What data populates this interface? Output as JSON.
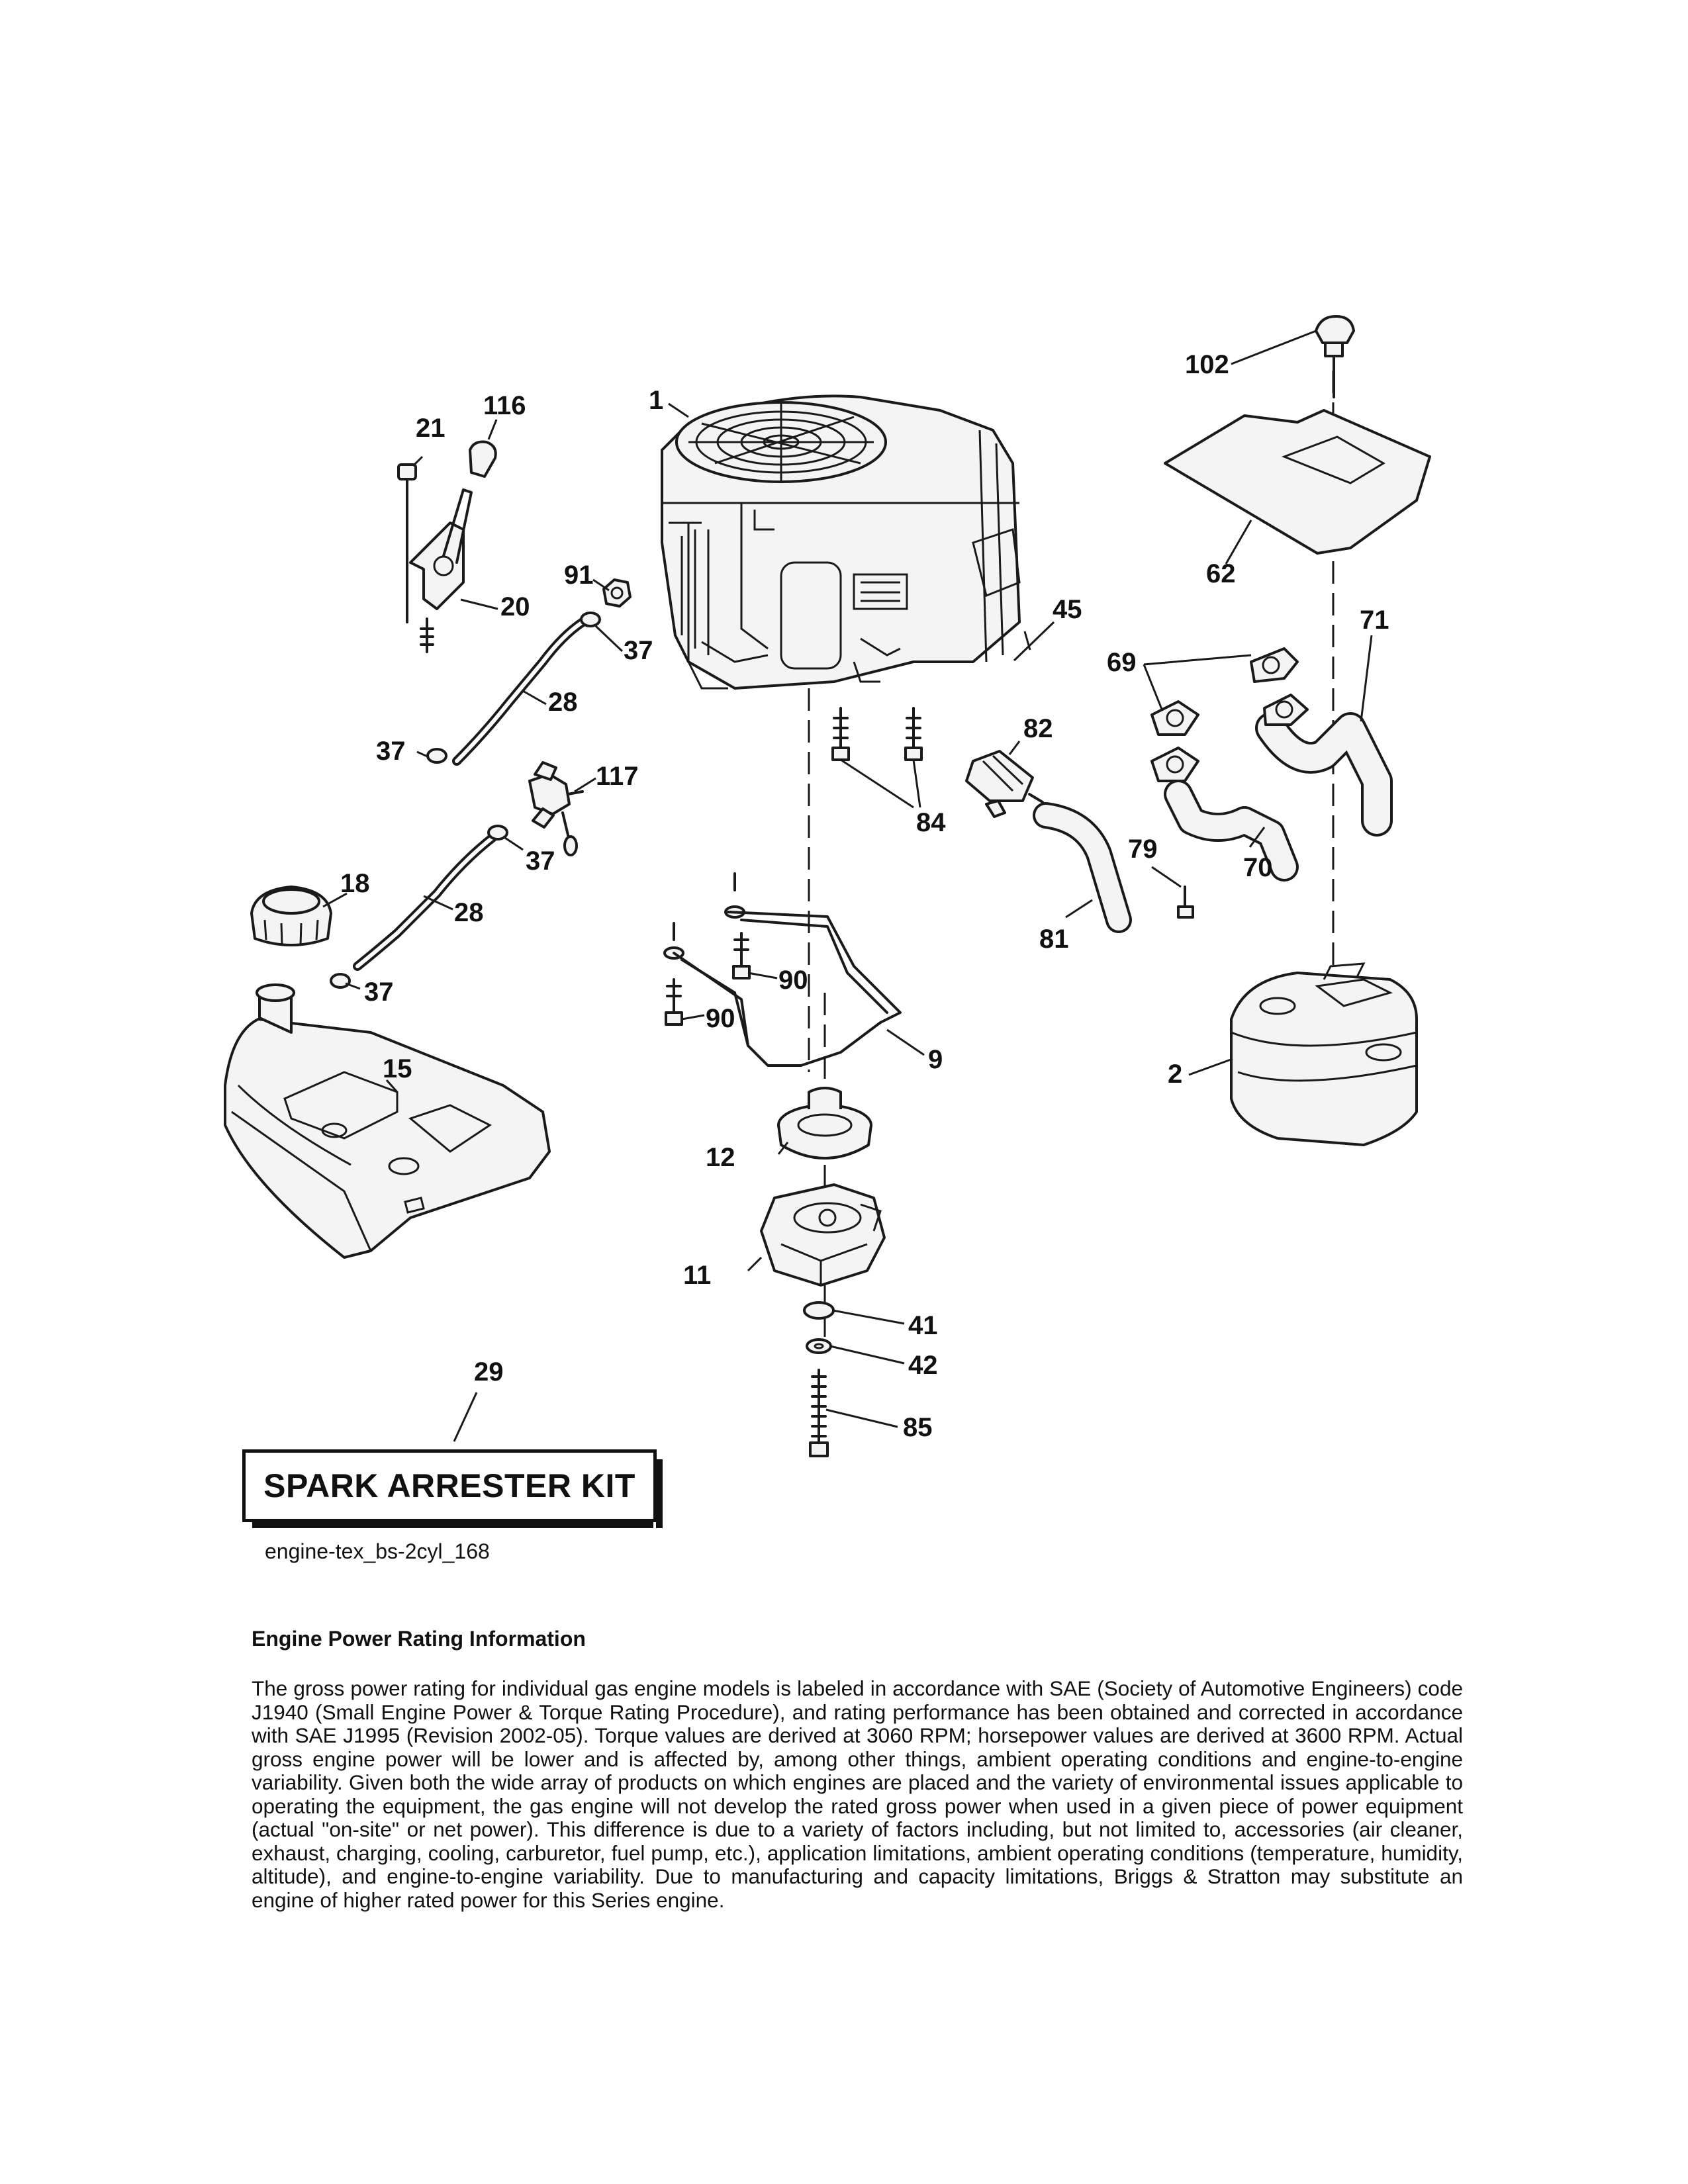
{
  "callouts": {
    "c1": "1",
    "c2": "2",
    "c9": "9",
    "c11": "11",
    "c12": "12",
    "c15": "15",
    "c18": "18",
    "c20": "20",
    "c21": "21",
    "c28a": "28",
    "c28b": "28",
    "c29": "29",
    "c37a": "37",
    "c37b": "37",
    "c37c": "37",
    "c37d": "37",
    "c41": "41",
    "c42": "42",
    "c45": "45",
    "c62": "62",
    "c69": "69",
    "c70": "70",
    "c71": "71",
    "c79": "79",
    "c81": "81",
    "c82": "82",
    "c84": "84",
    "c85": "85",
    "c90a": "90",
    "c90b": "90",
    "c91": "91",
    "c102": "102",
    "c116": "116",
    "c117": "117"
  },
  "kit_label": "SPARK ARRESTER KIT",
  "diagram_id": "engine-tex_bs-2cyl_168",
  "info": {
    "heading": "Engine Power Rating Information",
    "body": "The gross power rating for individual gas engine models is labeled in accordance with SAE (Society of Automotive Engineers) code J1940 (Small Engine Power & Torque Rating Procedure), and rating performance has been obtained and corrected in accordance with SAE J1995 (Revision 2002-05). Torque values are derived at 3060 RPM; horsepower values are derived at 3600 RPM. Actual gross engine power will be lower and is affected by, among other things, ambient operating conditions and engine-to-engine variability. Given both the wide array of products on which engines are placed and the variety of environmental issues applicable to operating the equipment, the gas engine will not develop the rated gross power when used in a given piece of power equipment (actual \"on-site\" or net power). This difference is due to a variety of factors including, but not limited to, accessories (air cleaner, exhaust, charging, cooling, carburetor, fuel pump, etc.), application limitations, ambient operating conditions (temperature, humidity, altitude), and engine-to-engine variability. Due to manufacturing and capacity limitations, Briggs & Stratton may substitute an engine of higher rated power for this Series engine."
  }
}
